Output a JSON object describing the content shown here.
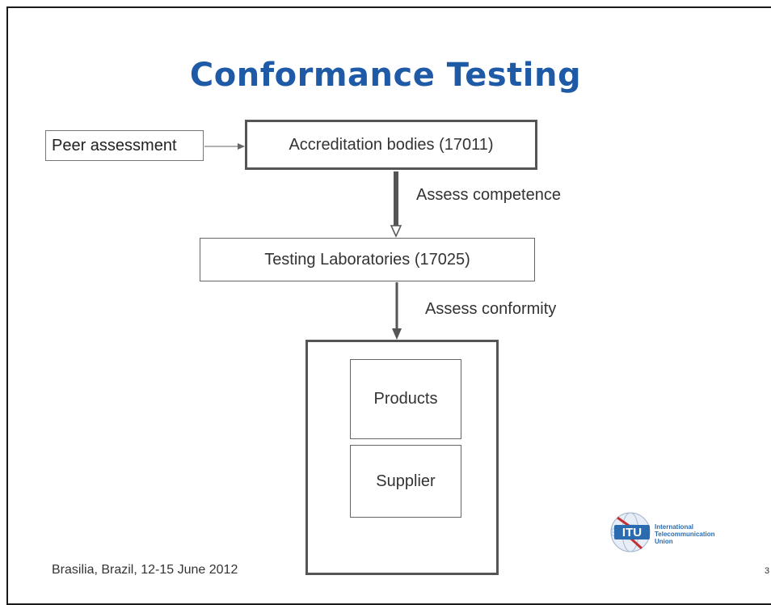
{
  "slide": {
    "title": "Conformance Testing",
    "footer": "Brasilia, Brazil, 12-15 June 2012",
    "page_number": "3"
  },
  "diagram": {
    "peer_assessment": "Peer assessment",
    "accreditation_bodies": "Accreditation bodies (17011)",
    "assess_competence": "Assess competence",
    "testing_laboratories": "Testing Laboratories (17025)",
    "assess_conformity": "Assess conformity",
    "products": "Products",
    "supplier": "Supplier"
  },
  "logo": {
    "mark": "ITU",
    "line1": "International",
    "line2": "Telecommunication",
    "line3": "Union"
  },
  "colors": {
    "title": "#1f5aa6",
    "logo_blue": "#2b6cb0",
    "logo_red": "#c53030"
  }
}
